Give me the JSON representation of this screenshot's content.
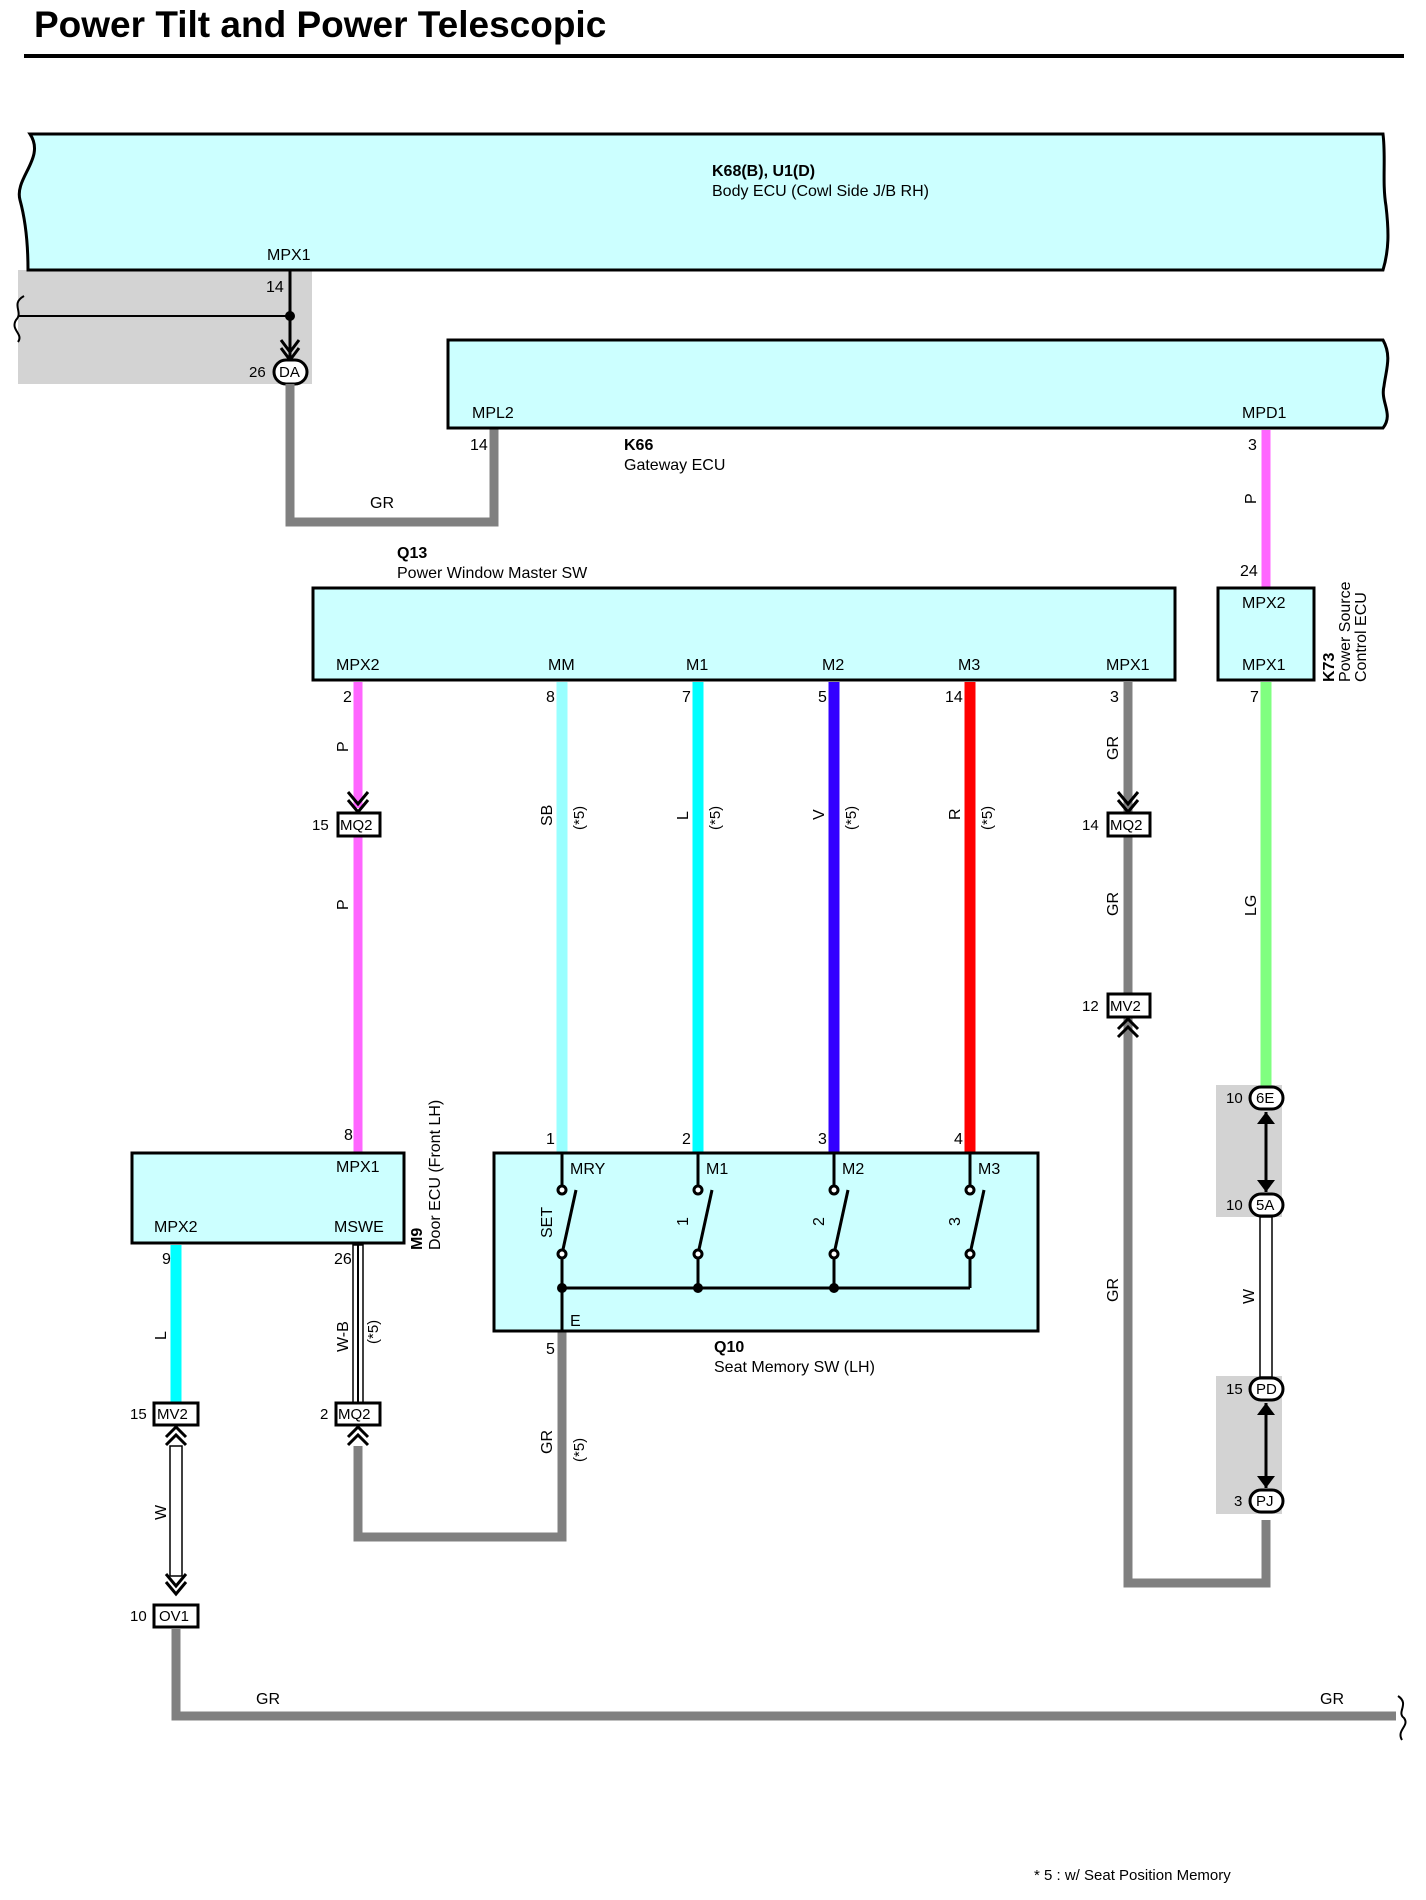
{
  "title": "Power Tilt and Power Telescopic",
  "colors": {
    "component_fill": "#ccffff",
    "shade": "#d3d3d3",
    "GR": "#808080",
    "P": "#ff66ff",
    "SB": "#99ffff",
    "L": "#00ffff",
    "V": "#3300ff",
    "R": "#ff0000",
    "LG": "#80ff80",
    "W": "#ffffff",
    "W-B": "#ffffff"
  },
  "components": {
    "body_ecu": {
      "code": "K68(B), U1(D)",
      "name": "Body ECU (Cowl Side J/B RH)",
      "pin_label": "MPX1",
      "pin": "14"
    },
    "gateway_ecu": {
      "code": "K66",
      "name": "Gateway ECU",
      "pin_left_label": "MPL2",
      "pin_left": "14",
      "pin_right_label": "MPD1",
      "pin_right": "3"
    },
    "power_window_sw": {
      "code": "Q13",
      "name": "Power Window Master SW",
      "pins": [
        {
          "label": "MPX2",
          "num": "2"
        },
        {
          "label": "MM",
          "num": "8"
        },
        {
          "label": "M1",
          "num": "7"
        },
        {
          "label": "M2",
          "num": "5"
        },
        {
          "label": "M3",
          "num": "14"
        },
        {
          "label": "MPX1",
          "num": "3"
        }
      ]
    },
    "power_source_ecu": {
      "code": "K73",
      "name_line1": "Power Source",
      "name_line2": "Control ECU",
      "pin_top_label": "MPX2",
      "pin_top": "24",
      "pin_bottom_label": "MPX1",
      "pin_bottom": "7"
    },
    "door_ecu": {
      "code": "M9",
      "name": "Door ECU (Front LH)",
      "pin_top_label": "MPX1",
      "pin_top": "8",
      "pin_left_label": "MPX2",
      "pin_left": "9",
      "pin_right_label": "MSWE",
      "pin_right": "26"
    },
    "seat_memory_sw": {
      "code": "Q10",
      "name": "Seat Memory SW (LH)",
      "pins": [
        {
          "label": "MRY",
          "num": "1",
          "switch": "SET"
        },
        {
          "label": "M1",
          "num": "2",
          "switch": "1"
        },
        {
          "label": "M2",
          "num": "3",
          "switch": "2"
        },
        {
          "label": "M3",
          "num": "4",
          "switch": "3"
        }
      ],
      "ground_label": "E",
      "ground_pin": "5"
    }
  },
  "connectors": {
    "da": {
      "id": "DA",
      "pin": "26"
    },
    "mq2_a": {
      "id": "MQ2",
      "pin": "15"
    },
    "mq2_b": {
      "id": "MQ2",
      "pin": "14"
    },
    "mv2_a": {
      "id": "MV2",
      "pin": "12"
    },
    "e6": {
      "id": "6E",
      "pin": "10"
    },
    "a5": {
      "id": "5A",
      "pin": "10"
    },
    "pd": {
      "id": "PD",
      "pin": "15"
    },
    "pj": {
      "id": "PJ",
      "pin": "3"
    },
    "mv2_b": {
      "id": "MV2",
      "pin": "15"
    },
    "mq2_c": {
      "id": "MQ2",
      "pin": "2"
    },
    "ov1": {
      "id": "OV1",
      "pin": "10"
    }
  },
  "wires": {
    "gr": "GR",
    "p": "P",
    "sb": "SB",
    "l": "L",
    "v": "V",
    "r": "R",
    "lg": "LG",
    "w": "W",
    "wb": "W-B",
    "note_tag": "(*5)"
  },
  "footnote": "* 5 : w/ Seat Position Memory"
}
